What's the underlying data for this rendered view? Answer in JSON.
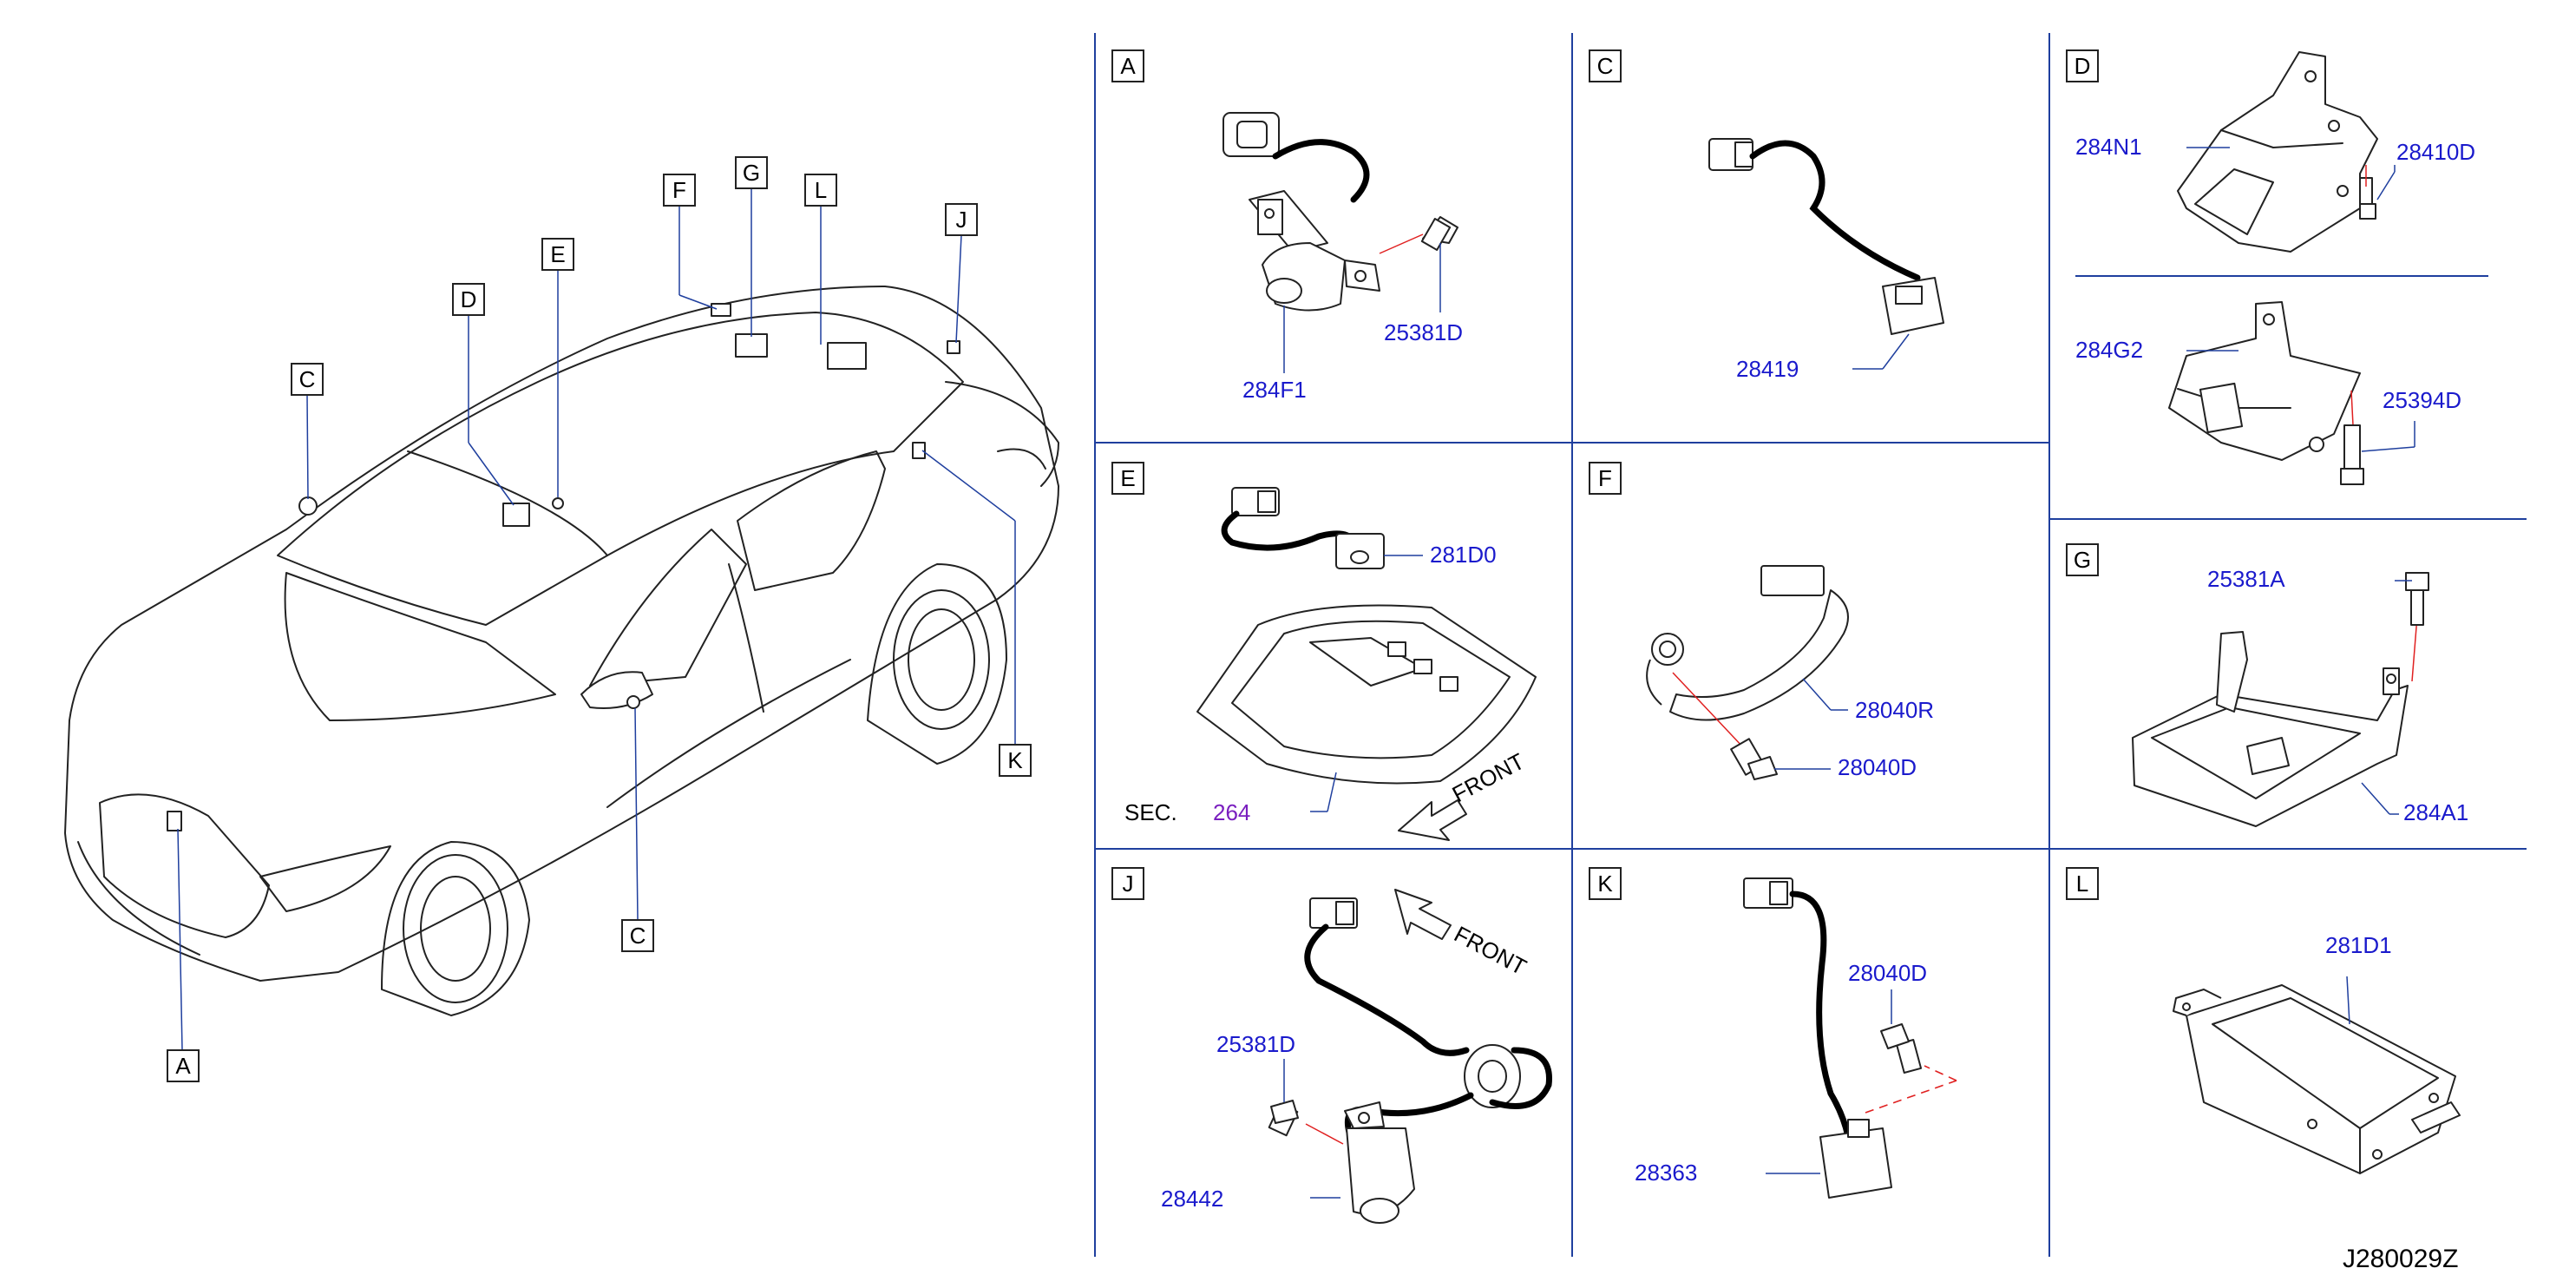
{
  "diagram_id": "J280029Z",
  "car_callouts": [
    "A",
    "C",
    "C",
    "D",
    "E",
    "F",
    "G",
    "J",
    "K",
    "L"
  ],
  "panels": {
    "A": {
      "tag": "A",
      "parts": [
        "284F1",
        "25381D"
      ]
    },
    "C": {
      "tag": "C",
      "parts": [
        "28419"
      ]
    },
    "D": {
      "tag": "D",
      "parts": [
        "284N1",
        "28410D",
        "284G2",
        "25394D"
      ]
    },
    "E": {
      "tag": "E",
      "parts": [
        "281D0"
      ],
      "sec_prefix": "SEC.",
      "sec_number": "264",
      "front": "FRONT"
    },
    "F": {
      "tag": "F",
      "parts": [
        "28040R",
        "28040D"
      ]
    },
    "G": {
      "tag": "G",
      "parts": [
        "25381A",
        "284A1"
      ]
    },
    "J": {
      "tag": "J",
      "parts": [
        "25381D",
        "28442"
      ],
      "front": "FRONT"
    },
    "K": {
      "tag": "K",
      "parts": [
        "28040D",
        "28363"
      ]
    },
    "L": {
      "tag": "L",
      "parts": [
        "281D1"
      ]
    }
  },
  "colors": {
    "part_number": "#1a1acc",
    "section_ref": "#7a1fbf",
    "divider": "#1f3f9e",
    "install_line": "#e02020"
  }
}
